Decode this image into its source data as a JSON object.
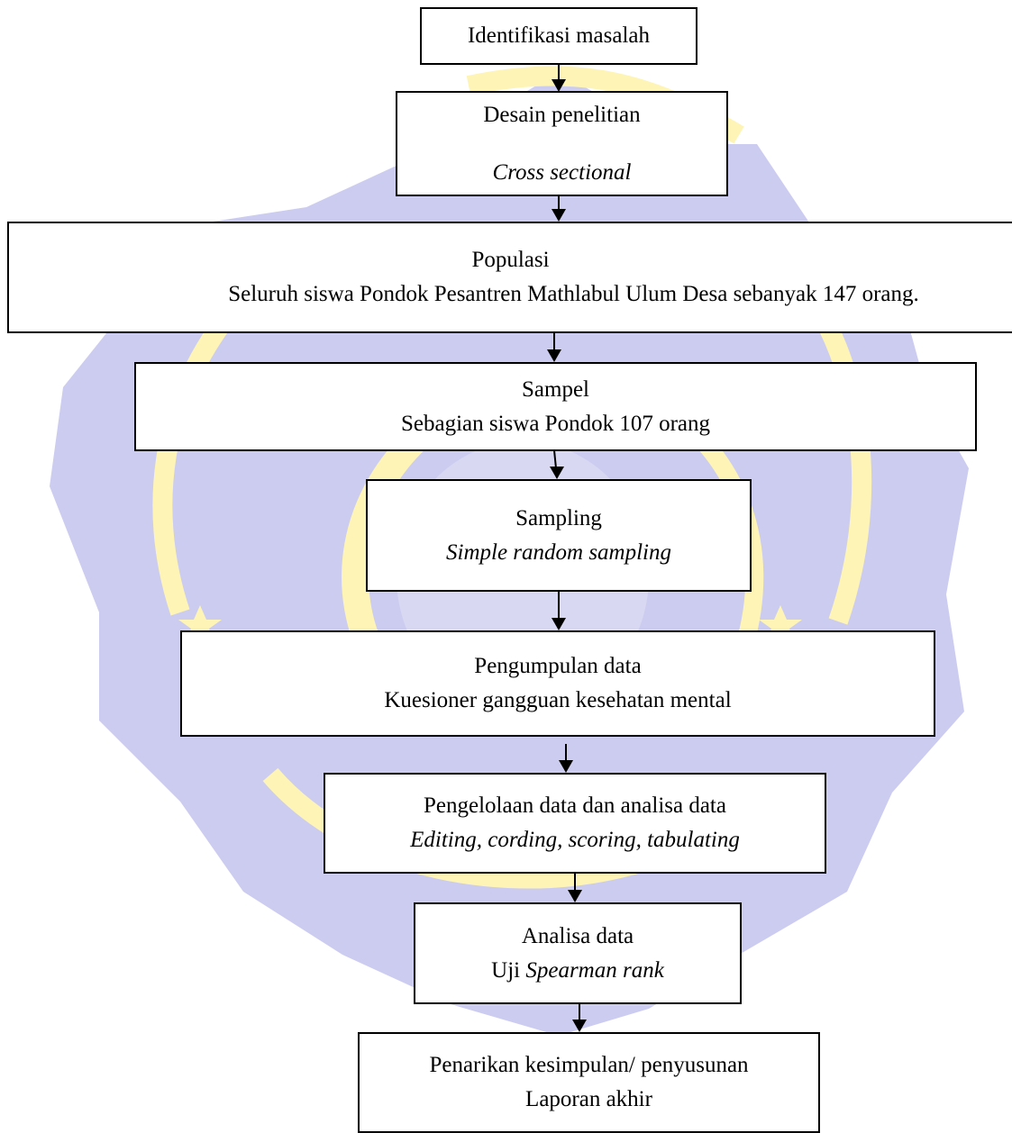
{
  "watermark": {
    "shield_color": "#ccccf0",
    "ring_color": "#fdf4b6",
    "emblem": "institute-seal-emblem"
  },
  "steps": {
    "identifikasi": {
      "line1": "Identifikasi masalah"
    },
    "desain": {
      "line1": "Desain penelitian",
      "line2": "Cross sectional"
    },
    "populasi": {
      "line1": "Populasi",
      "line2": "Seluruh siswa Pondok Pesantren Mathlabul Ulum Desa sebanyak 147 orang."
    },
    "sampel": {
      "line1": "Sampel",
      "line2": "Sebagian siswa Pondok 107 orang"
    },
    "sampling": {
      "line1": "Sampling",
      "line2": "Simple random sampling"
    },
    "pengumpulan": {
      "line1": "Pengumpulan data",
      "line2": "Kuesioner gangguan kesehatan mental"
    },
    "pengelolaan": {
      "line1": "Pengelolaan data dan analisa data",
      "line2": "Editing, cording, scoring, tabulating"
    },
    "analisa": {
      "line1": "Analisa data",
      "line2_prefix": "Uji ",
      "line2_italic": "Spearman rank"
    },
    "penarikan": {
      "line1": "Penarikan kesimpulan/ penyusunan",
      "line2": "Laporan akhir"
    }
  }
}
